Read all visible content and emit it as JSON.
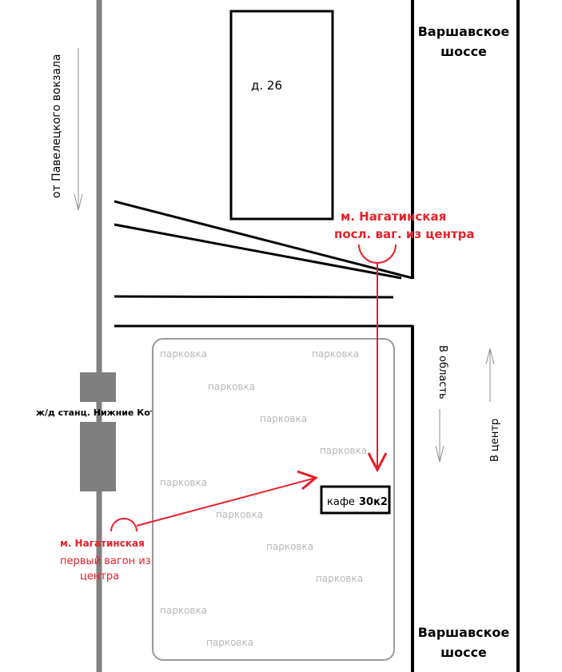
{
  "road_top": {
    "line1": "Варшавское",
    "line2": "шоссе"
  },
  "road_bottom": {
    "line1": "Варшавское",
    "line2": "шоссе"
  },
  "building_label": "д. 26",
  "railway_direction_label": "от Павелецкого вокзала",
  "station_label": "ж/д станц. Нижние Котлы",
  "metro_top": {
    "line1": "м. Нагатинская",
    "line2": "посл. ваг. из центра"
  },
  "metro_bottom": {
    "line1": "м. Нагатинская",
    "line2": "первый вагон из",
    "line3": "центра"
  },
  "cafe": {
    "word": "кафе",
    "number": "30к2"
  },
  "parking_label": "парковка",
  "direction_to_region": "В область",
  "direction_to_center": "В центр",
  "colors": {
    "route": "#e8202a",
    "rail": "#808080",
    "parking_border": "#999999",
    "parking_text": "#b8b8b8"
  }
}
